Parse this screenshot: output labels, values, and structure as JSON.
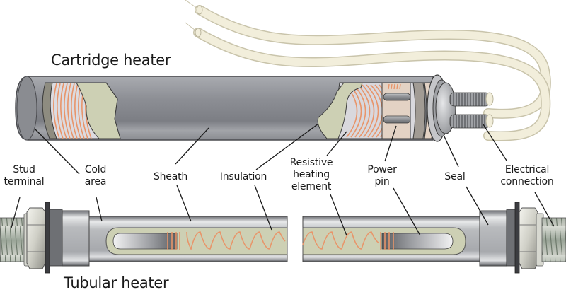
{
  "titles": {
    "cartridge": "Cartridge heater",
    "tubular": "Tubular heater"
  },
  "labels": {
    "stud_terminal": "Stud\nterminal",
    "cold_area": "Cold\narea",
    "sheath": "Sheath",
    "insulation": "Insulation",
    "resistive_heating_element": "Resistive\nheating\nelement",
    "power_pin": "Power\npin",
    "seal": "Seal",
    "electrical_connection": "Electrical\nconnection"
  },
  "colors": {
    "sheath_gray": "#8e9096",
    "insulation_green": "#cdd0b4",
    "coil_orange": "#e8956a",
    "wire_cream": "#f2eedb",
    "pin_beige": "#e3d2c4",
    "steel_light": "#d8d9db",
    "outline": "#2a2a2a"
  }
}
